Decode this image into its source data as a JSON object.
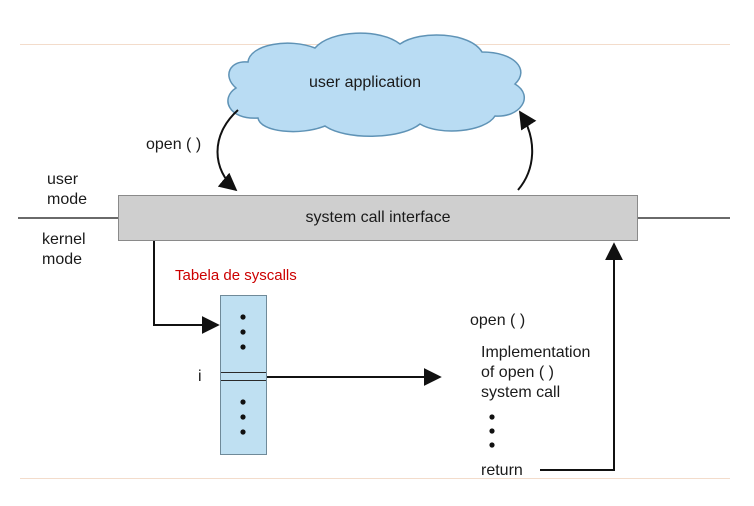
{
  "cloud": {
    "label": "user application"
  },
  "syscall_interface": {
    "label": "system call interface"
  },
  "modes": {
    "user": [
      "user",
      "mode"
    ],
    "kernel": [
      "kernel",
      "mode"
    ]
  },
  "table": {
    "title": "Tabela de syscalls",
    "index_label": "i",
    "title_color": "#cc0000",
    "fill_color": "#bfe0f2"
  },
  "arrow_labels": {
    "call": "open ( )"
  },
  "implementation": {
    "heading": "open ( )",
    "lines": [
      "Implementation",
      "of open ( )",
      "system call"
    ],
    "return_label": "return"
  }
}
